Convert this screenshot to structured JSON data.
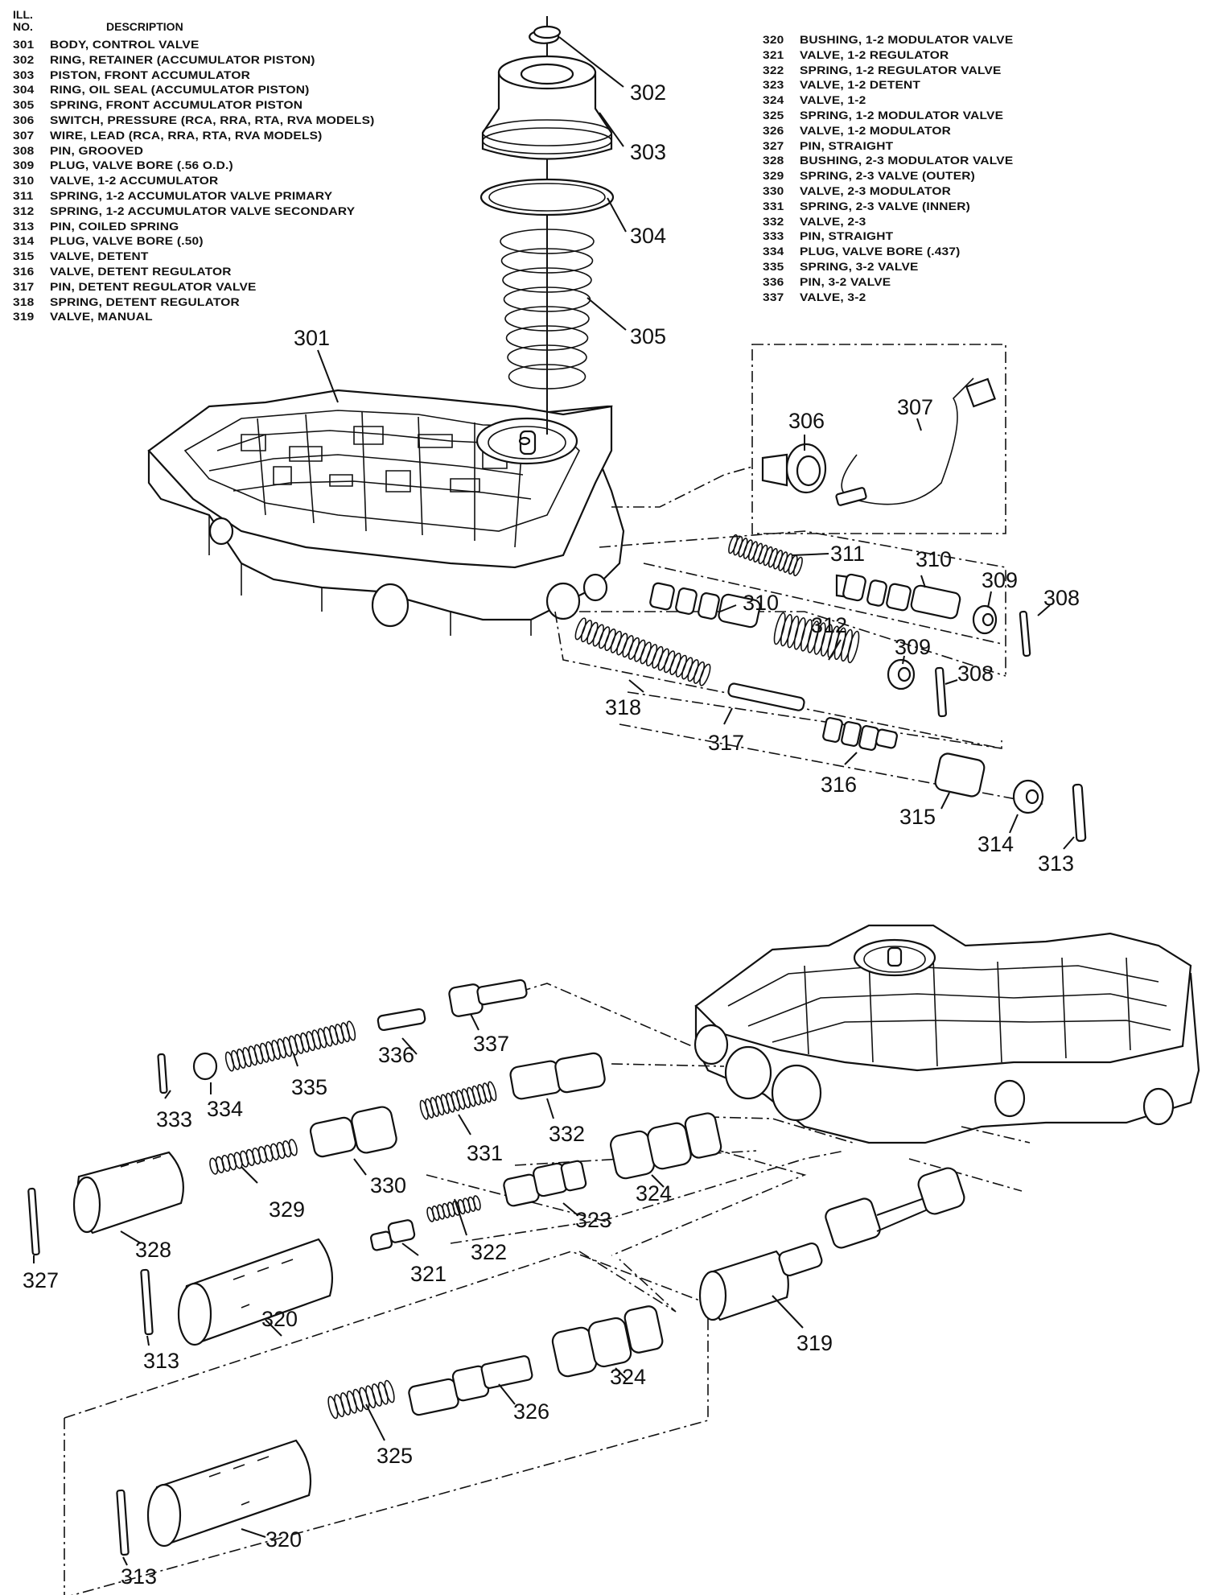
{
  "header": {
    "ill_no": "ILL.\nNO.",
    "ill_no_line1": "ILL.",
    "ill_no_line2": "NO.",
    "description": "DESCRIPTION"
  },
  "parts_left": [
    {
      "no": "301",
      "desc": "BODY, CONTROL VALVE"
    },
    {
      "no": "302",
      "desc": "RING, RETAINER (ACCUMULATOR PISTON)"
    },
    {
      "no": "303",
      "desc": "PISTON, FRONT ACCUMULATOR"
    },
    {
      "no": "304",
      "desc": "RING, OIL SEAL (ACCUMULATOR PISTON)"
    },
    {
      "no": "305",
      "desc": "SPRING, FRONT ACCUMULATOR PISTON"
    },
    {
      "no": "306",
      "desc": "SWITCH, PRESSURE (RCA, RRA, RTA, RVA MODELS)"
    },
    {
      "no": "307",
      "desc": "WIRE, LEAD (RCA, RRA, RTA, RVA MODELS)"
    },
    {
      "no": "308",
      "desc": "PIN, GROOVED"
    },
    {
      "no": "309",
      "desc": "PLUG, VALVE BORE (.56 O.D.)"
    },
    {
      "no": "310",
      "desc": "VALVE, 1-2 ACCUMULATOR"
    },
    {
      "no": "311",
      "desc": "SPRING, 1-2 ACCUMULATOR VALVE PRIMARY"
    },
    {
      "no": "312",
      "desc": "SPRING, 1-2 ACCUMULATOR VALVE SECONDARY"
    },
    {
      "no": "313",
      "desc": "PIN, COILED SPRING"
    },
    {
      "no": "314",
      "desc": "PLUG, VALVE BORE (.50)"
    },
    {
      "no": "315",
      "desc": "VALVE, DETENT"
    },
    {
      "no": "316",
      "desc": "VALVE, DETENT REGULATOR"
    },
    {
      "no": "317",
      "desc": "PIN, DETENT REGULATOR VALVE"
    },
    {
      "no": "318",
      "desc": "SPRING, DETENT REGULATOR"
    },
    {
      "no": "319",
      "desc": "VALVE, MANUAL"
    }
  ],
  "parts_right": [
    {
      "no": "320",
      "desc": "BUSHING, 1-2 MODULATOR VALVE"
    },
    {
      "no": "321",
      "desc": "VALVE, 1-2 REGULATOR"
    },
    {
      "no": "322",
      "desc": "SPRING, 1-2 REGULATOR VALVE"
    },
    {
      "no": "323",
      "desc": "VALVE, 1-2 DETENT"
    },
    {
      "no": "324",
      "desc": "VALVE, 1-2"
    },
    {
      "no": "325",
      "desc": "SPRING, 1-2 MODULATOR VALVE"
    },
    {
      "no": "326",
      "desc": "VALVE, 1-2 MODULATOR"
    },
    {
      "no": "327",
      "desc": "PIN, STRAIGHT"
    },
    {
      "no": "328",
      "desc": "BUSHING, 2-3 MODULATOR VALVE"
    },
    {
      "no": "329",
      "desc": "SPRING, 2-3 VALVE (OUTER)"
    },
    {
      "no": "330",
      "desc": "VALVE, 2-3 MODULATOR"
    },
    {
      "no": "331",
      "desc": "SPRING, 2-3 VALVE (INNER)"
    },
    {
      "no": "332",
      "desc": "VALVE, 2-3"
    },
    {
      "no": "333",
      "desc": "PIN, STRAIGHT"
    },
    {
      "no": "334",
      "desc": "PLUG, VALVE BORE (.437)"
    },
    {
      "no": "335",
      "desc": "SPRING, 3-2 VALVE"
    },
    {
      "no": "336",
      "desc": "PIN, 3-2 VALVE"
    },
    {
      "no": "337",
      "desc": "VALVE, 3-2"
    }
  ],
  "callouts": {
    "c301": "301",
    "c302": "302",
    "c303": "303",
    "c304": "304",
    "c305": "305",
    "c306": "306",
    "c307": "307",
    "c308a": "308",
    "c308b": "308",
    "c309a": "309",
    "c309b": "309",
    "c310a": "310",
    "c310b": "310",
    "c311": "311",
    "c312": "312",
    "c313a": "313",
    "c313b": "313",
    "c313c": "313",
    "c314": "314",
    "c315": "315",
    "c316": "316",
    "c317": "317",
    "c318": "318",
    "c319": "319",
    "c320a": "320",
    "c320b": "320",
    "c321": "321",
    "c322": "322",
    "c323": "323",
    "c324a": "324",
    "c324b": "324",
    "c325": "325",
    "c326": "326",
    "c327": "327",
    "c328": "328",
    "c329": "329",
    "c330": "330",
    "c331": "331",
    "c332": "332",
    "c333": "333",
    "c334": "334",
    "c335": "335",
    "c336": "336",
    "c337": "337"
  }
}
